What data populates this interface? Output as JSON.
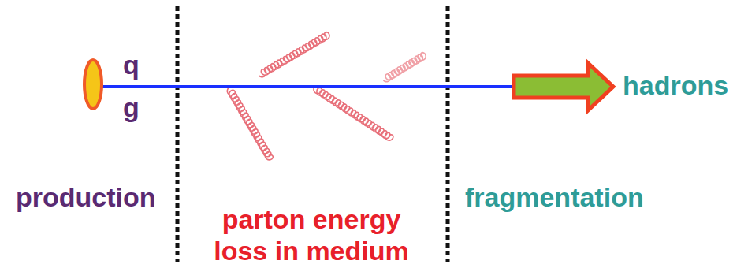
{
  "diagram": {
    "labels": [
      "q",
      "g",
      "hadrons",
      "production",
      "parton energy loss in medium",
      "fragmentation"
    ]
  }
}
